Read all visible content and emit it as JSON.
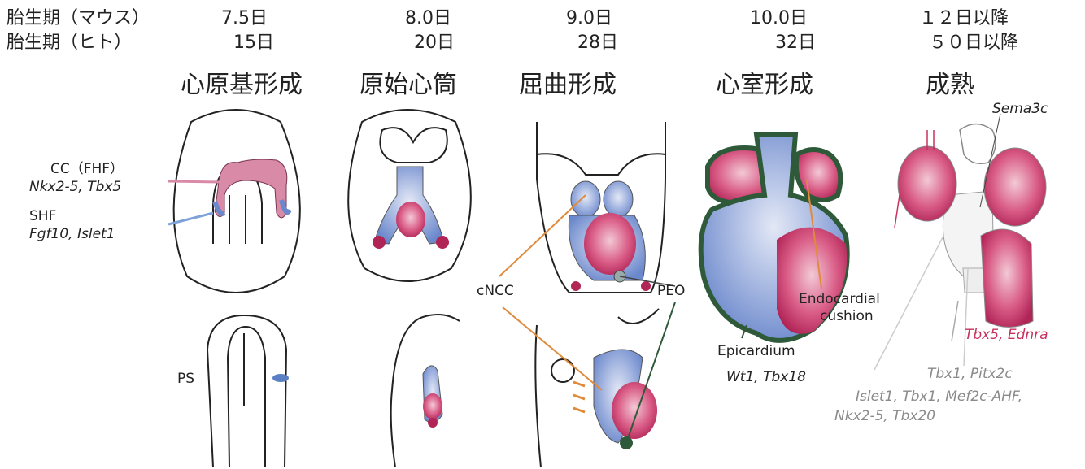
{
  "rows": {
    "mouse_label": "胎生期（マウス）",
    "human_label": "胎生期（ヒト）",
    "mouse_days": [
      "7.5日",
      "8.0日",
      "9.0日",
      "10.0日",
      "１２日以降"
    ],
    "human_days": [
      "15日",
      "20日",
      "28日",
      "32日",
      "５０日以降"
    ]
  },
  "stages": [
    "心原基形成",
    "原始心筒",
    "屈曲形成",
    "心室形成",
    "成熟"
  ],
  "labels": {
    "cc_fhf": "CC（FHF）",
    "cc_genes": "Nkx2-5, Tbx5",
    "shf": "SHF",
    "shf_genes": "Fgf10, Islet1",
    "ps": "PS",
    "cncc": "cNCC",
    "peo": "PEO",
    "endocardial_1": "Endocardial",
    "endocardial_2": "cushion",
    "epicardium": "Epicardium",
    "epicardium_genes": "Wt1, Tbx18",
    "sema": "Sema3c",
    "tbx5_ednra": "Tbx5, Ednra",
    "tbx1_pitx2c": "Tbx1, Pitx2c",
    "islet_line": "Islet1, Tbx1, Mef2c-AHF,",
    "nkx_line": "Nkx2-5, Tbx20"
  },
  "colors": {
    "pink": "#c8325f",
    "blue": "#5b7fc4",
    "orange": "#e08a3c",
    "green": "#2e5a3a"
  }
}
